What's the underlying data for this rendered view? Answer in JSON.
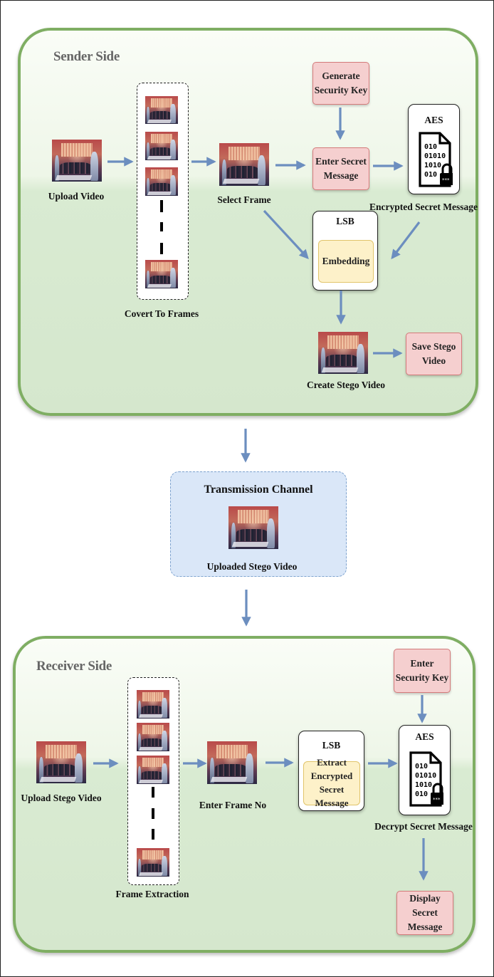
{
  "sender": {
    "title": "Sender Side",
    "upload_video": "Upload Video",
    "covert_to_frames": "Covert To Frames",
    "select_frame": "Select Frame",
    "generate_key": "Generate Security Key",
    "enter_secret": "Enter Secret Message",
    "aes_label": "AES",
    "encrypted_msg": "Encrypted Secret Message",
    "lsb_label": "LSB",
    "embedding": "Embedding",
    "create_stego": "Create Stego Video",
    "save_stego": "Save Stego Video"
  },
  "channel": {
    "title": "Transmission Channel",
    "caption": "Uploaded Stego Video"
  },
  "receiver": {
    "title": "Receiver Side",
    "upload_stego": "Upload Stego Video",
    "frame_extraction": "Frame Extraction",
    "enter_frame_no": "Enter Frame No",
    "lsb_label": "LSB",
    "extract": "Extract Encrypted Secret Message",
    "enter_key": "Enter Security Key",
    "aes_label": "AES",
    "decrypt": "Decrypt Secret Message",
    "display": "Display Secret Message"
  },
  "doc_icon": {
    "binary_lines": [
      "010",
      "01010",
      "1010",
      "010"
    ],
    "lock_dots": "***"
  },
  "colors": {
    "panel_border": "#7fae63",
    "arrow": "#6c8ebf",
    "pink_fill": "#f5cfcf",
    "yellow_fill": "#fdf1c9",
    "channel_fill": "#dae7f8"
  }
}
